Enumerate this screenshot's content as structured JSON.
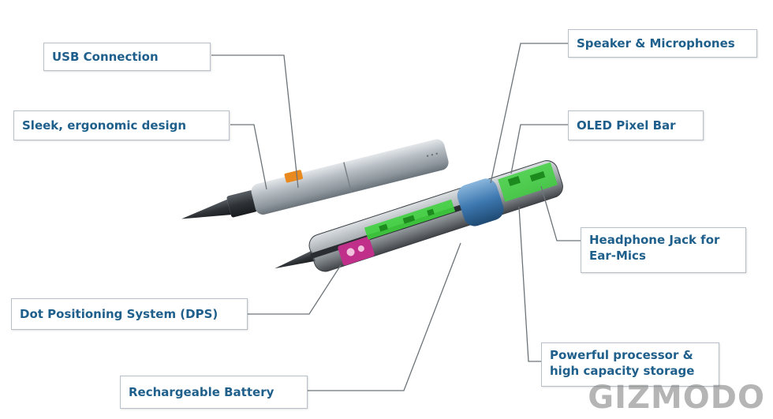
{
  "labels": {
    "usb": "USB Connection",
    "sleek": "Sleek, ergonomic design",
    "dps": "Dot Positioning System (DPS)",
    "battery": "Rechargeable Battery",
    "speaker": "Speaker & Microphones",
    "oled": "OLED Pixel Bar",
    "headphone_line1": "Headphone Jack for",
    "headphone_line2": "Ear-Mics",
    "processor_line1": "Powerful processor &",
    "processor_line2": "high capacity storage"
  },
  "watermark": "GIZMODO",
  "colors": {
    "label_text": "#1f5f8b",
    "label_border": "#b7c0c8",
    "leader_line": "#6c7378",
    "pen_body": "#a7aeb4",
    "circuit_green": "#3fd13f",
    "battery_blue": "#3d78b0",
    "dps_magenta": "#c0308a",
    "usb_orange": "#e88a1f"
  }
}
